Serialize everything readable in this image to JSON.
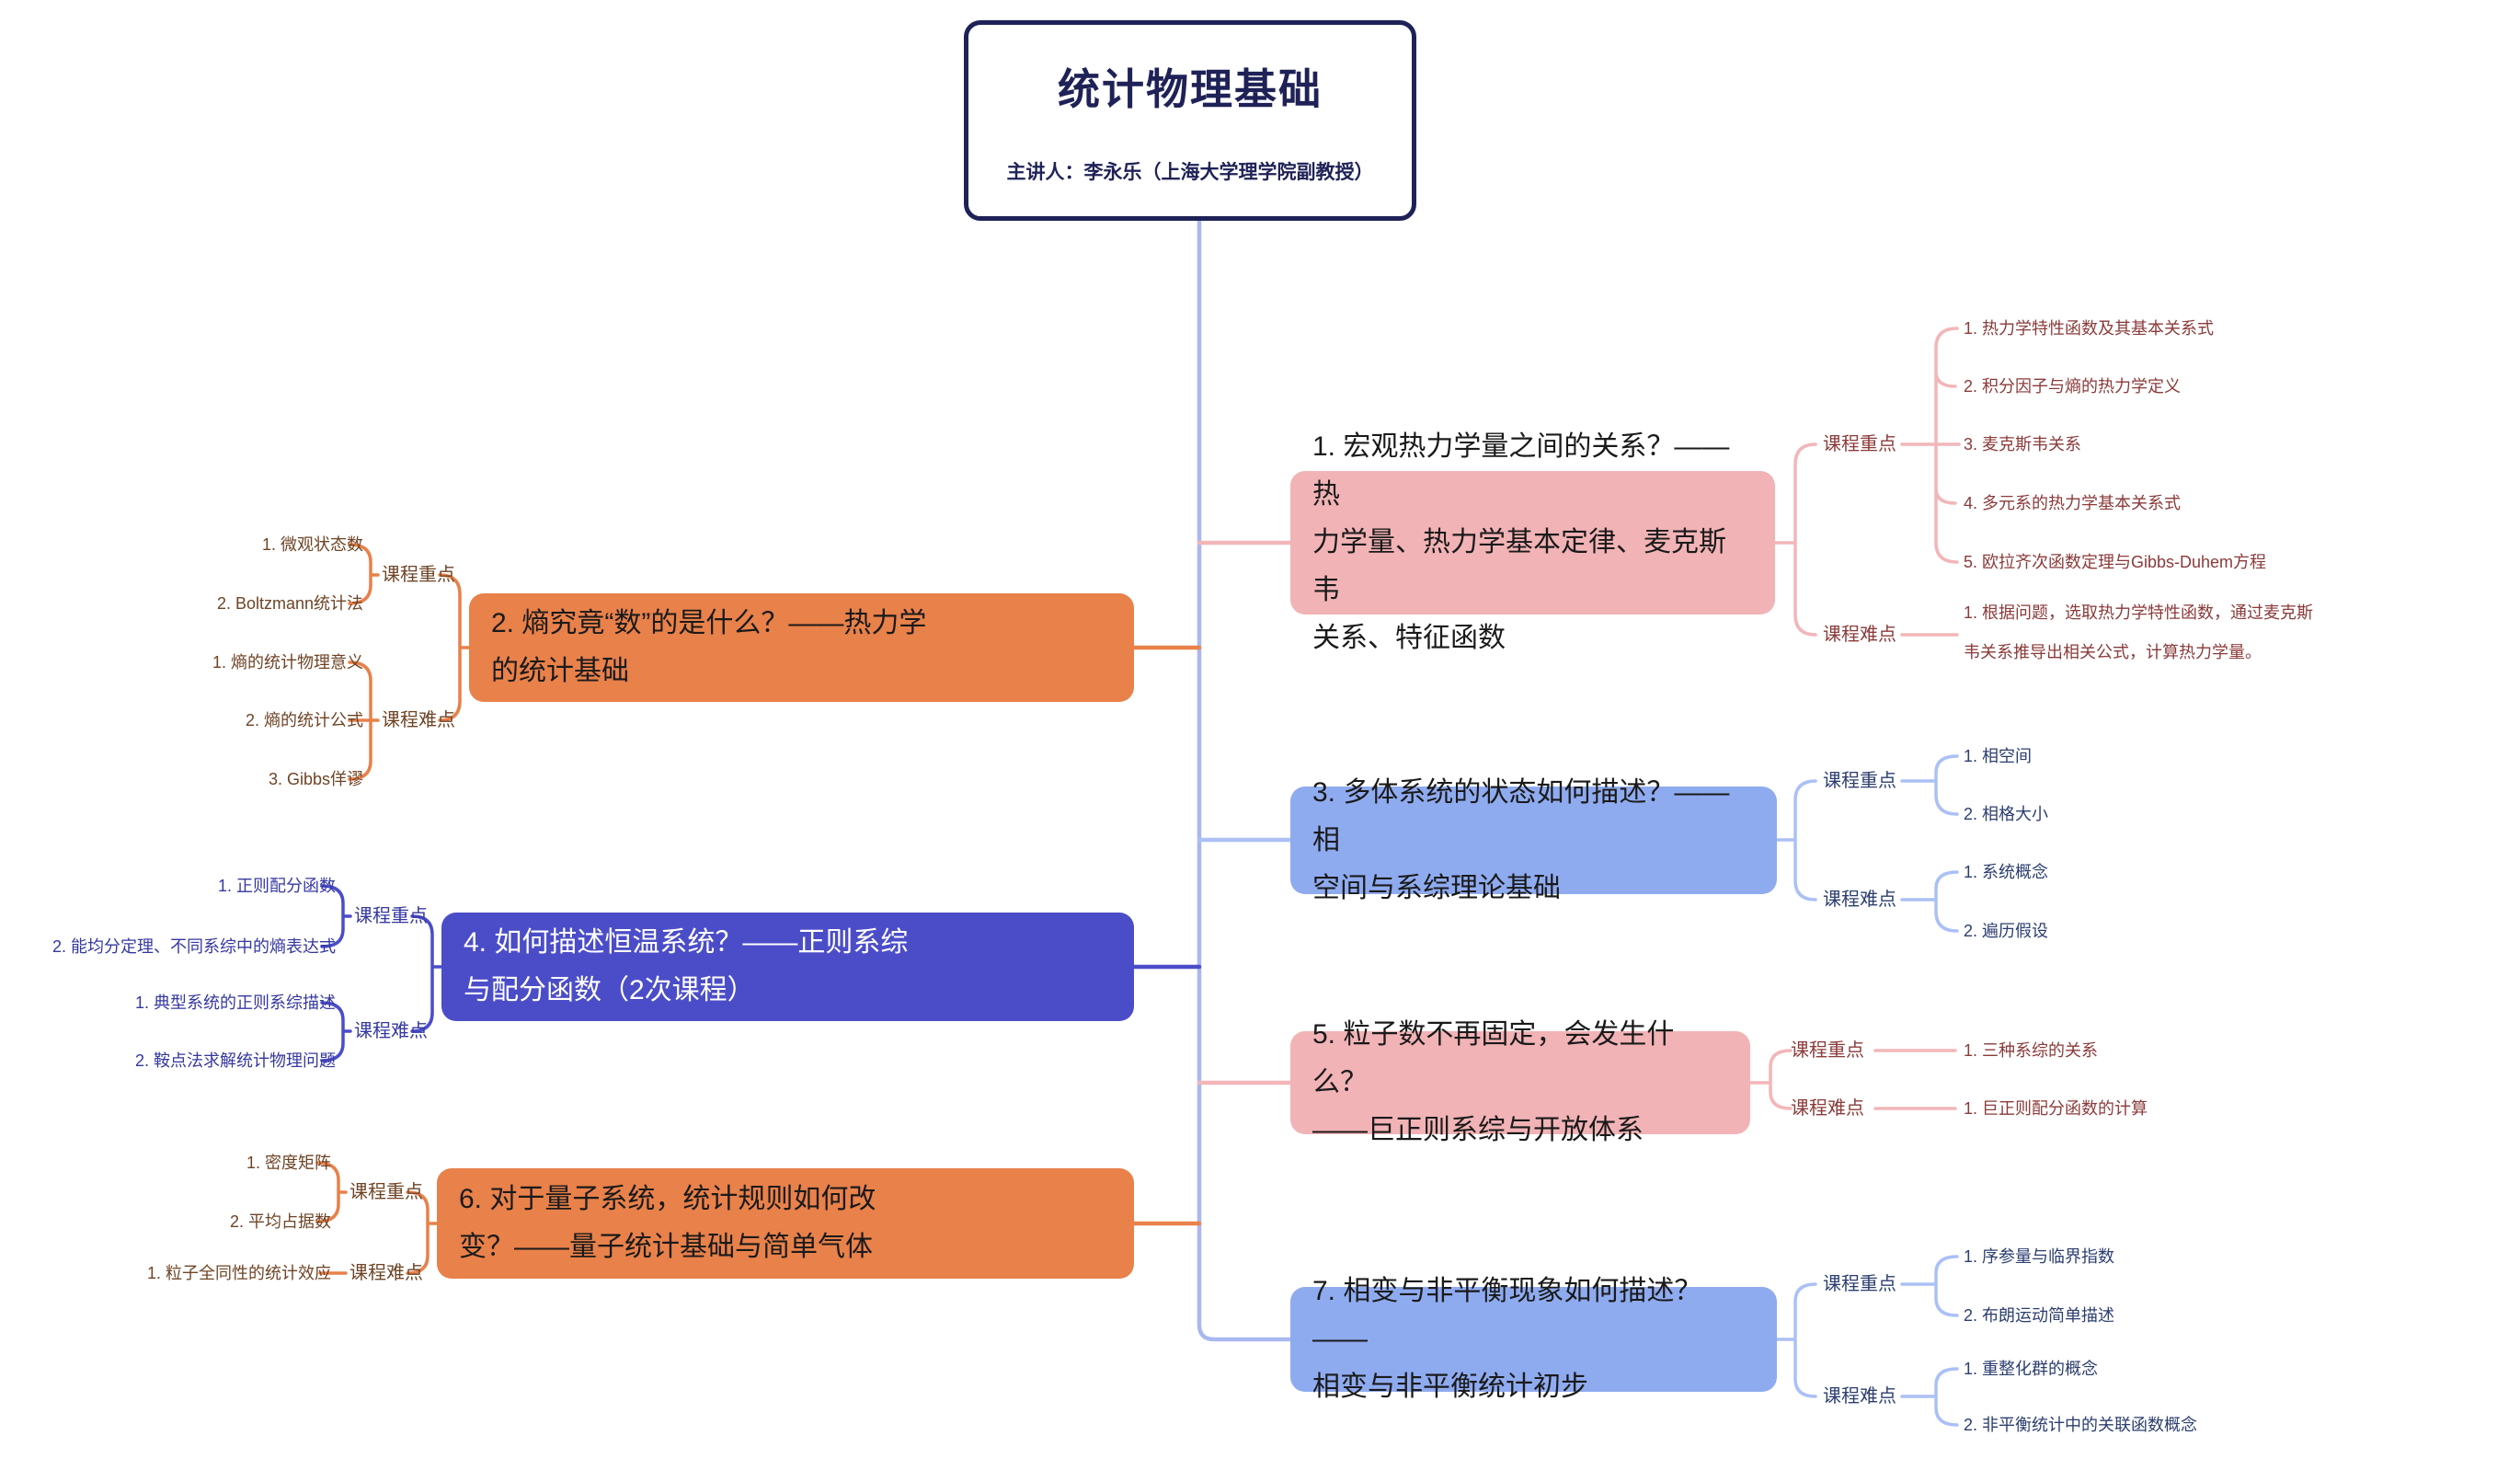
{
  "root": {
    "title": "统计物理基础",
    "subtitle": "主讲人：李永乐（上海大学理学院副教授）"
  },
  "labels": {
    "focus": "课程重点",
    "difficulty": "课程难点"
  },
  "colors": {
    "root_outline": "#1f2257",
    "trunk": "#a9b8f0",
    "pink_fill": "#f2b3b6",
    "blue_fill": "#8fabf0",
    "orange_fill": "#e8814a",
    "indigo_fill": "#4b4dc8",
    "pink_text": "#8b3a3a",
    "blue_text": "#2c3e70",
    "orange_text": "#6e4426",
    "indigo_text": "#3538a0"
  },
  "branches": [
    {
      "num": "1",
      "side": "right",
      "theme": "pink",
      "title": "1. 宏观热力学量之间的关系？——热\n力学量、热力学基本定律、麦克斯韦\n关系、特征函数",
      "focus_items": [
        "1. 热力学特性函数及其基本关系式",
        "2. 积分因子与熵的热力学定义",
        "3. 麦克斯韦关系",
        "4. 多元系的热力学基本关系式",
        "5. 欧拉齐次函数定理与Gibbs-Duhem方程"
      ],
      "difficulty_items": [
        "1. 根据问题，选取热力学特性函数，通过麦克斯\n韦关系推导出相关公式，计算热力学量。"
      ]
    },
    {
      "num": "2",
      "side": "left",
      "theme": "orange",
      "title": "2. 熵究竟“数”的是什么？——热力学\n的统计基础",
      "focus_items": [
        "1. 微观状态数",
        "2. Boltzmann统计法"
      ],
      "difficulty_items": [
        "1. 熵的统计物理意义",
        "2. 熵的统计公式",
        "3. Gibbs佯谬"
      ]
    },
    {
      "num": "3",
      "side": "right",
      "theme": "blue",
      "title": "3. 多体系统的状态如何描述？——相\n空间与系综理论基础",
      "focus_items": [
        "1. 相空间",
        "2. 相格大小"
      ],
      "difficulty_items": [
        "1. 系统概念",
        "2. 遍历假设"
      ]
    },
    {
      "num": "4",
      "side": "left",
      "theme": "indigo",
      "title": "4. 如何描述恒温系统？——正则系综\n与配分函数（2次课程）",
      "focus_items": [
        "1. 正则配分函数",
        "2. 能均分定理、不同系综中的熵表达式"
      ],
      "difficulty_items": [
        "1. 典型系统的正则系综描述",
        "2. 鞍点法求解统计物理问题"
      ]
    },
    {
      "num": "5",
      "side": "right",
      "theme": "pink",
      "title": "5. 粒子数不再固定，会发生什么？\n——巨正则系综与开放体系",
      "focus_items": [
        "1. 三种系综的关系"
      ],
      "difficulty_items": [
        "1. 巨正则配分函数的计算"
      ]
    },
    {
      "num": "6",
      "side": "left",
      "theme": "orange",
      "title": "6. 对于量子系统，统计规则如何改\n变？——量子统计基础与简单气体",
      "focus_items": [
        "1. 密度矩阵",
        "2. 平均占据数"
      ],
      "difficulty_items": [
        "1. 粒子全同性的统计效应"
      ]
    },
    {
      "num": "7",
      "side": "right",
      "theme": "blue",
      "title": "7. 相变与非平衡现象如何描述？——\n相变与非平衡统计初步",
      "focus_items": [
        "1. 序参量与临界指数",
        "2. 布朗运动简单描述"
      ],
      "difficulty_items": [
        "1. 重整化群的概念",
        "2. 非平衡统计中的关联函数概念"
      ]
    }
  ]
}
